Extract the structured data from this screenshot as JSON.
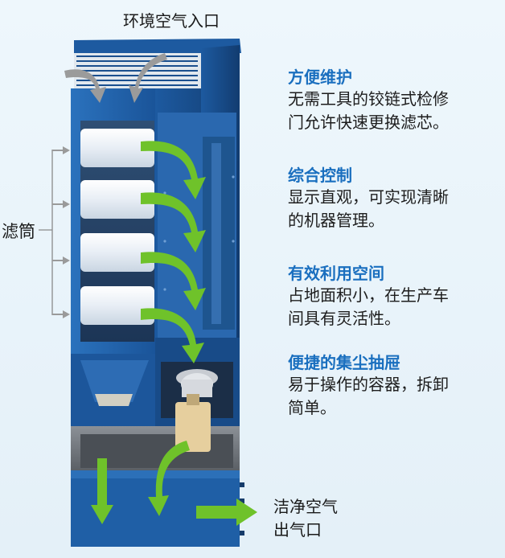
{
  "labels": {
    "inlet": "环境空气入口",
    "filter": "滤筒",
    "outlet_line1": "洁净空气",
    "outlet_line2": "出气口"
  },
  "features": [
    {
      "title": "方便维护",
      "desc": "无需工具的铰链式检修\n门允许快速更换滤芯。"
    },
    {
      "title": "综合控制",
      "desc": "显示直观，可实现清晰\n的机器管理。"
    },
    {
      "title": "有效利用空间",
      "desc": "占地面积小，在生产车\n间具有灵活性。"
    },
    {
      "title": "便捷的集尘抽屉",
      "desc": "易于操作的容器，拆卸\n简单。"
    }
  ],
  "colors": {
    "cabinet_blue": "#1f5fa6",
    "cabinet_dark": "#143f75",
    "filter_white": "#f1f5f9",
    "airflow_green": "#6fc22a",
    "airflow_gray": "#9b9b9b",
    "title_blue": "#1a6fbf"
  }
}
